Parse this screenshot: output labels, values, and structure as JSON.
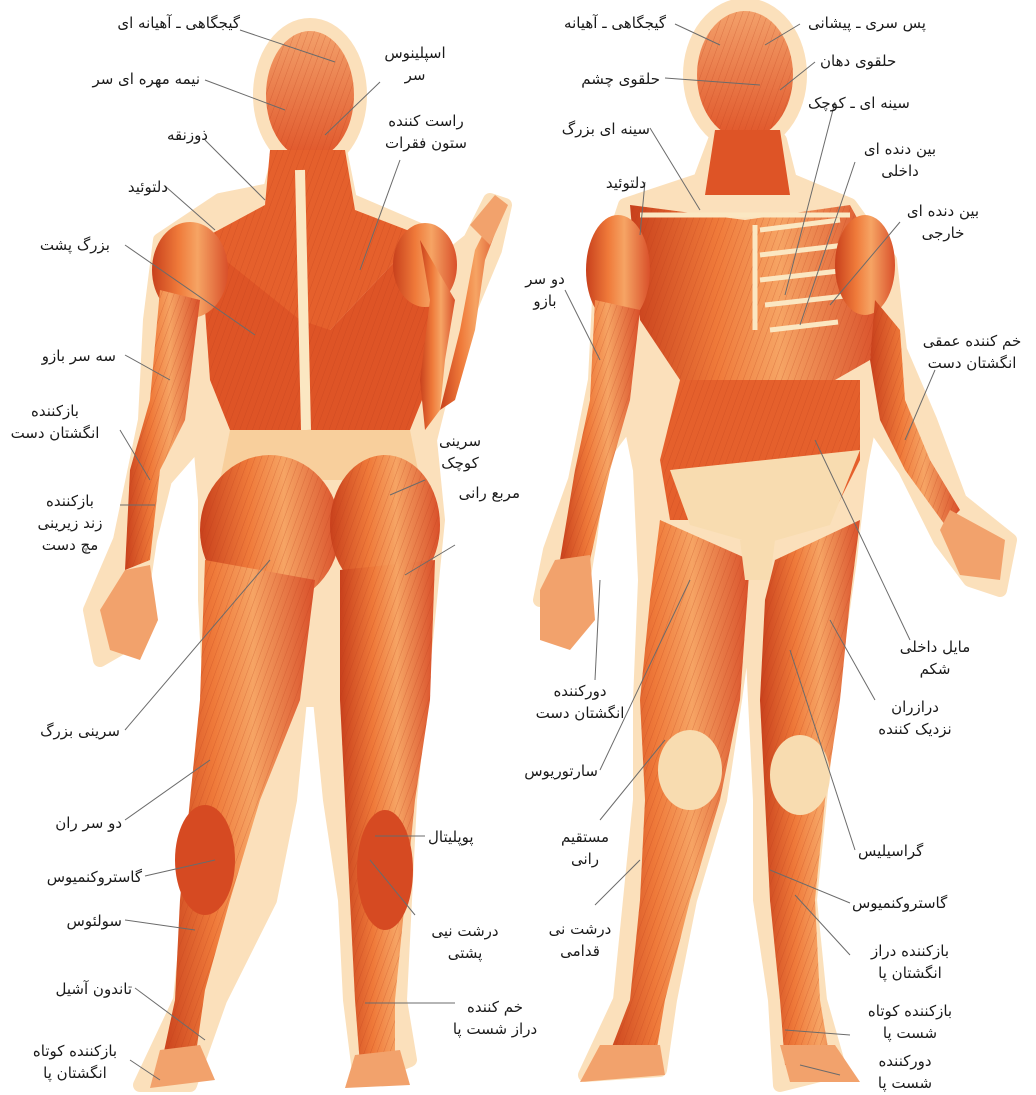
{
  "colors": {
    "halo": "#fbe0bb",
    "muscle_light": "#f6b27c",
    "muscle": "#e8662c",
    "muscle_dark": "#c8401c",
    "tendon": "#fbe7c2",
    "leader": "#6b6b6b"
  },
  "left_figure_labels": {
    "temporalis": "گیجگاهی ـ آهیانه ای",
    "splenius_1": "اسپلینوس",
    "splenius_2": "سر",
    "semispinalis": "نیمه مهره ای سر",
    "erector_1": "راست کننده",
    "erector_2": "ستون فقرات",
    "trapezius": "ذوزنقه",
    "deltoid": "دلتوئید",
    "latissimus": "بزرگ پشت",
    "triceps": "سه سر بازو",
    "ext_fingers_1": "بازکننده",
    "ext_fingers_2": "انگشتان دست",
    "gluteus_min_1": "سرینی",
    "gluteus_min_2": "کوچک",
    "quadratus": "مربع رانی",
    "ext_carpi_1": "بازکننده",
    "ext_carpi_2": "زند زیرینی",
    "ext_carpi_3": "مچ دست",
    "gluteus_max": "سرینی بزرگ",
    "biceps_femoris": "دو سر ران",
    "popliteal": "پوپلیتال",
    "gastrocnemius": "گاستروکنمیوس",
    "soleus": "سولئوس",
    "tibialis_post_1": "درشت نیی",
    "tibialis_post_2": "پشتی",
    "achilles": "تاندون آشیل",
    "flexor_hallucis_1": "خم کننده",
    "flexor_hallucis_2": "دراز شست پا",
    "ext_digitorum_brevis_1": "بازکننده کوتاه",
    "ext_digitorum_brevis_2": "انگشتان پا"
  },
  "right_figure_labels": {
    "temporalis": "گیجگاهی ـ آهیانه",
    "occipitofrontalis": "پس سری ـ پیشانی",
    "orbicularis_oris": "حلقوی دهان",
    "orbicularis_oculi": "حلقوی چشم",
    "pectoralis_minor": "سینه ای ـ کوچک",
    "pectoralis_major": "سینه ای بزرگ",
    "internal_intercostal_1": "بین دنده ای",
    "internal_intercostal_2": "داخلی",
    "deltoid": "دلتوئید",
    "external_intercostal_1": "بین دنده ای",
    "external_intercostal_2": "خارجی",
    "biceps_1": "دو سر",
    "biceps_2": "بازو",
    "flexor_digitorum_1": "خم کننده عمقی",
    "flexor_digitorum_2": "انگشتان دست",
    "internal_oblique_1": "مایل داخلی",
    "internal_oblique_2": "شکم",
    "abductor_1": "دورکننده",
    "abductor_2": "انگشتان دست",
    "adductor_1": "درازران",
    "adductor_2": "نزدیک کننده",
    "sartorius": "سارتوریوس",
    "rectus_femoris_1": "مستقیم",
    "rectus_femoris_2": "رانی",
    "gracilis": "گراسیلیس",
    "gastrocnemius": "گاستروکنمیوس",
    "tibialis_ant_1": "درشت نی",
    "tibialis_ant_2": "قدامی",
    "ext_digitorum_longus_1": "بازکننده دراز",
    "ext_digitorum_longus_2": "انگشتان پا",
    "ext_hallucis_brevis_1": "بازکننده کوتاه",
    "ext_hallucis_brevis_2": "شست پا",
    "abductor_hallucis_1": "دورکننده",
    "abductor_hallucis_2": "شست پا"
  }
}
